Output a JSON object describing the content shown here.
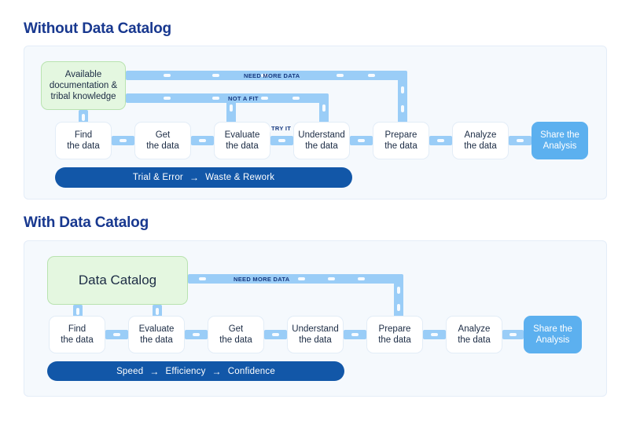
{
  "page": {
    "accent_blue": "#18388f",
    "band_blue": "#9acdf7",
    "node_blue": "#5cb0ef",
    "node_green": "#e4f7e0",
    "panel_bg": "#f5f9fd",
    "pill_blue": "#1257a8"
  },
  "sections": [
    {
      "title": "Without Data Catalog",
      "source_box": {
        "lines": [
          "Available",
          "documentation &",
          "tribal knowledge"
        ]
      },
      "steps": [
        {
          "line1": "Find",
          "line2": "the data"
        },
        {
          "line1": "Get",
          "line2": "the data"
        },
        {
          "line1": "Evaluate",
          "line2": "the data"
        },
        {
          "line1": "Understand",
          "line2": "the data"
        },
        {
          "line1": "Prepare",
          "line2": "the data"
        },
        {
          "line1": "Analyze",
          "line2": "the data"
        }
      ],
      "terminal": {
        "line1": "Share the",
        "line2": "Analysis"
      },
      "loop_labels": [
        "NEED MORE DATA",
        "NOT A FIT",
        "TRY IT"
      ],
      "banner": {
        "parts": [
          "Trial & Error",
          "Waste & Rework"
        ],
        "arrow": "→"
      }
    },
    {
      "title": "With Data Catalog",
      "source_box": {
        "lines": [
          "Data Catalog"
        ]
      },
      "steps": [
        {
          "line1": "Find",
          "line2": "the data"
        },
        {
          "line1": "Evaluate",
          "line2": "the data"
        },
        {
          "line1": "Get",
          "line2": "the data"
        },
        {
          "line1": "Understand",
          "line2": "the data"
        },
        {
          "line1": "Prepare",
          "line2": "the data"
        },
        {
          "line1": "Analyze",
          "line2": "the data"
        }
      ],
      "terminal": {
        "line1": "Share the",
        "line2": "Analysis"
      },
      "loop_labels": [
        "NEED MORE DATA"
      ],
      "banner": {
        "parts": [
          "Speed",
          "Efficiency",
          "Confidence"
        ],
        "arrow": "→"
      }
    }
  ]
}
